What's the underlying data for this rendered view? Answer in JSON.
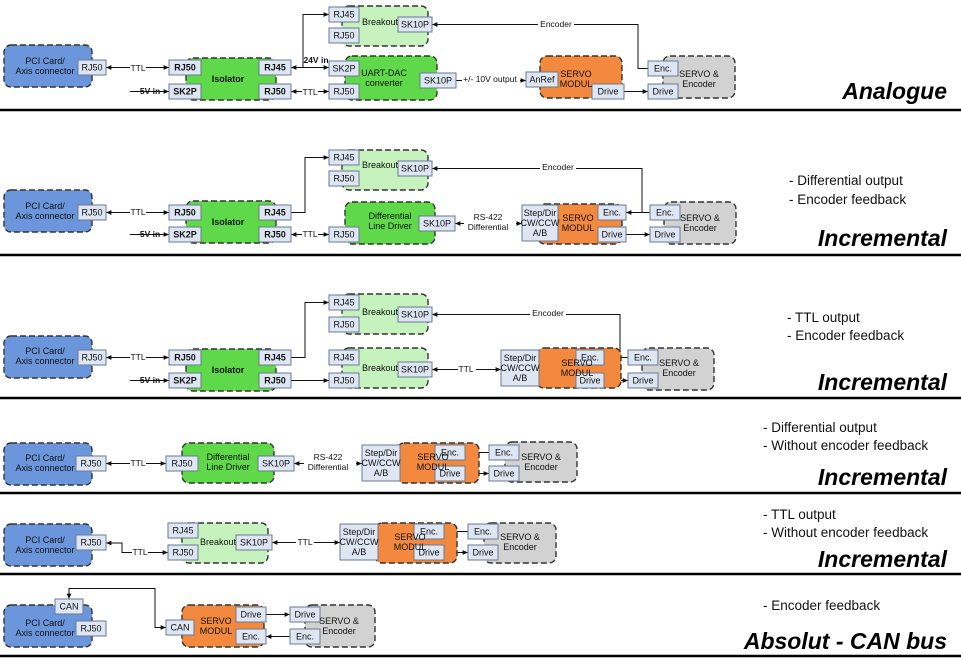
{
  "colors": {
    "pci": "#6c96dc",
    "isolator": "#5fd94a",
    "breakout": "#c6f2bd",
    "servo_modul": "#f2893e",
    "servo_encoder": "#d2d2d2",
    "port": "#dde6f2"
  },
  "sections": [
    {
      "title": "Analogue",
      "notes": [],
      "blocks": [
        {
          "id": "pci",
          "label": [
            "PCI Card/",
            "Axis connector"
          ],
          "style": "pci",
          "ports": [
            {
              "id": "rj50",
              "label": "RJ50"
            }
          ]
        },
        {
          "id": "iso",
          "label": [
            "Isolator"
          ],
          "style": "isolator",
          "ports": [
            {
              "id": "rj50a",
              "label": "RJ50"
            },
            {
              "id": "sk2p",
              "label": "SK2P"
            },
            {
              "id": "rj45",
              "label": "RJ45"
            },
            {
              "id": "rj50b",
              "label": "RJ50"
            }
          ]
        },
        {
          "id": "brk",
          "label": [
            "Breakout"
          ],
          "style": "breakout",
          "ports": [
            {
              "id": "rj45",
              "label": "RJ45"
            },
            {
              "id": "rj50",
              "label": "RJ50"
            },
            {
              "id": "sk10p",
              "label": "SK10P"
            }
          ]
        },
        {
          "id": "dac",
          "label": [
            "UART-DAC",
            "converter"
          ],
          "style": "isolator",
          "ports": [
            {
              "id": "sk2p",
              "label": "SK2P"
            },
            {
              "id": "rj50",
              "label": "RJ50"
            },
            {
              "id": "sk10p",
              "label": "SK10P"
            }
          ]
        },
        {
          "id": "sm",
          "label": [
            "SERVO",
            "MODUL"
          ],
          "style": "servo_modul",
          "ports": [
            {
              "id": "anref",
              "label": "AnRef"
            },
            {
              "id": "drive",
              "label": "Drive"
            }
          ]
        },
        {
          "id": "se",
          "label": [
            "SERVO &",
            "Encoder"
          ],
          "style": "servo_encoder",
          "ports": [
            {
              "id": "enc",
              "label": "Enc."
            },
            {
              "id": "drive",
              "label": "Drive"
            }
          ]
        }
      ],
      "connections": [
        {
          "label": "TTL"
        },
        {
          "label": "5V in"
        },
        {
          "label": "24V in"
        },
        {
          "label": "TTL"
        },
        {
          "label": "+/- 10V output"
        },
        {
          "label": "Encoder"
        }
      ]
    },
    {
      "title": "Incremental",
      "notes": [
        "- Differential output",
        "- Encoder feedback"
      ],
      "blocks": [
        {
          "id": "pci",
          "label": [
            "PCI Card/",
            "Axis connector"
          ],
          "style": "pci",
          "ports": [
            {
              "id": "rj50",
              "label": "RJ50"
            }
          ]
        },
        {
          "id": "iso",
          "label": [
            "Isolator"
          ],
          "style": "isolator",
          "ports": [
            {
              "id": "rj50a",
              "label": "RJ50"
            },
            {
              "id": "sk2p",
              "label": "SK2P"
            },
            {
              "id": "rj45",
              "label": "RJ45"
            },
            {
              "id": "rj50b",
              "label": "RJ50"
            }
          ]
        },
        {
          "id": "brk",
          "label": [
            "Breakout"
          ],
          "style": "breakout",
          "ports": [
            {
              "id": "rj45",
              "label": "RJ45"
            },
            {
              "id": "rj50",
              "label": "RJ50"
            },
            {
              "id": "sk10p",
              "label": "SK10P"
            }
          ]
        },
        {
          "id": "dld",
          "label": [
            "Differential",
            "Line Driver"
          ],
          "style": "isolator",
          "ports": [
            {
              "id": "rj50",
              "label": "RJ50"
            },
            {
              "id": "sk10p",
              "label": "SK10P"
            }
          ]
        },
        {
          "id": "sm",
          "label": [
            "SERVO",
            "MODUL"
          ],
          "style": "servo_modul",
          "ports": [
            {
              "id": "step",
              "label": "Step/Dir CW/CCW A/B"
            },
            {
              "id": "enc",
              "label": "Enc."
            },
            {
              "id": "drive",
              "label": "Drive"
            }
          ]
        },
        {
          "id": "se",
          "label": [
            "SERVO &",
            "Encoder"
          ],
          "style": "servo_encoder",
          "ports": [
            {
              "id": "enc",
              "label": "Enc."
            },
            {
              "id": "drive",
              "label": "Drive"
            }
          ]
        }
      ],
      "connections": [
        {
          "label": "TTL"
        },
        {
          "label": "5V in"
        },
        {
          "label": "TTL"
        },
        {
          "label": "RS-422 Differential"
        },
        {
          "label": "Encoder"
        }
      ]
    },
    {
      "title": "Incremental",
      "notes": [
        "- TTL output",
        "- Encoder feedback"
      ],
      "blocks": [
        {
          "id": "pci",
          "label": [
            "PCI Card/",
            "Axis connector"
          ],
          "style": "pci",
          "ports": [
            {
              "id": "rj50",
              "label": "RJ50"
            }
          ]
        },
        {
          "id": "iso",
          "label": [
            "Isolator"
          ],
          "style": "isolator",
          "ports": [
            {
              "id": "rj50a",
              "label": "RJ50"
            },
            {
              "id": "sk2p",
              "label": "SK2P"
            },
            {
              "id": "rj45",
              "label": "RJ45"
            },
            {
              "id": "rj50b",
              "label": "RJ50"
            }
          ]
        },
        {
          "id": "brk1",
          "label": [
            "Breakout"
          ],
          "style": "breakout",
          "ports": [
            {
              "id": "rj45",
              "label": "RJ45"
            },
            {
              "id": "rj50",
              "label": "RJ50"
            },
            {
              "id": "sk10p",
              "label": "SK10P"
            }
          ]
        },
        {
          "id": "brk2",
          "label": [
            "Breakout"
          ],
          "style": "breakout",
          "ports": [
            {
              "id": "rj45",
              "label": "RJ45"
            },
            {
              "id": "rj50",
              "label": "RJ50"
            },
            {
              "id": "sk10p",
              "label": "SK10P"
            }
          ]
        },
        {
          "id": "sm",
          "label": [
            "SERVO",
            "MODUL"
          ],
          "style": "servo_modul",
          "ports": [
            {
              "id": "step",
              "label": "Step/Dir CW/CCW A/B"
            },
            {
              "id": "enc",
              "label": "Enc."
            },
            {
              "id": "drive",
              "label": "Drive"
            }
          ]
        },
        {
          "id": "se",
          "label": [
            "SERVO &",
            "Encoder"
          ],
          "style": "servo_encoder",
          "ports": [
            {
              "id": "enc",
              "label": "Enc."
            },
            {
              "id": "drive",
              "label": "Drive"
            }
          ]
        }
      ],
      "connections": [
        {
          "label": "TTL"
        },
        {
          "label": "5V in"
        },
        {
          "label": "TTL"
        },
        {
          "label": "Encoder"
        }
      ]
    },
    {
      "title": "Incremental",
      "notes": [
        "- Differential output",
        "- Without encoder feedback"
      ],
      "blocks": [
        {
          "id": "pci",
          "label": [
            "PCI Card/",
            "Axis connector"
          ],
          "style": "pci",
          "ports": [
            {
              "id": "rj50",
              "label": "RJ50"
            }
          ]
        },
        {
          "id": "dld",
          "label": [
            "Differential",
            "Line Driver"
          ],
          "style": "isolator",
          "ports": [
            {
              "id": "rj50",
              "label": "RJ50"
            },
            {
              "id": "sk10p",
              "label": "SK10P"
            }
          ]
        },
        {
          "id": "sm",
          "label": [
            "SERVO",
            "MODUL"
          ],
          "style": "servo_modul",
          "ports": [
            {
              "id": "step",
              "label": "Step/Dir CW/CCW A/B"
            },
            {
              "id": "enc",
              "label": "Enc."
            },
            {
              "id": "drive",
              "label": "Drive"
            }
          ]
        },
        {
          "id": "se",
          "label": [
            "SERVO &",
            "Encoder"
          ],
          "style": "servo_encoder",
          "ports": [
            {
              "id": "enc",
              "label": "Enc."
            },
            {
              "id": "drive",
              "label": "Drive"
            }
          ]
        }
      ],
      "connections": [
        {
          "label": "TTL"
        },
        {
          "label": "RS-422 Differential"
        }
      ]
    },
    {
      "title": "Incremental",
      "notes": [
        "- TTL output",
        "- Without encoder feedback"
      ],
      "blocks": [
        {
          "id": "pci",
          "label": [
            "PCI Card/",
            "Axis connector"
          ],
          "style": "pci",
          "ports": [
            {
              "id": "rj50",
              "label": "RJ50"
            }
          ]
        },
        {
          "id": "brk",
          "label": [
            "Breakout"
          ],
          "style": "breakout",
          "ports": [
            {
              "id": "rj45",
              "label": "RJ45"
            },
            {
              "id": "rj50",
              "label": "RJ50"
            },
            {
              "id": "sk10p",
              "label": "SK10P"
            }
          ]
        },
        {
          "id": "sm",
          "label": [
            "SERVO",
            "MODUL"
          ],
          "style": "servo_modul",
          "ports": [
            {
              "id": "step",
              "label": "Step/Dir CW/CCW A/B"
            },
            {
              "id": "enc",
              "label": "Enc."
            },
            {
              "id": "drive",
              "label": "Drive"
            }
          ]
        },
        {
          "id": "se",
          "label": [
            "SERVO &",
            "Encoder"
          ],
          "style": "servo_encoder",
          "ports": [
            {
              "id": "enc",
              "label": "Enc."
            },
            {
              "id": "drive",
              "label": "Drive"
            }
          ]
        }
      ],
      "connections": [
        {
          "label": "TTL"
        },
        {
          "label": "TTL"
        }
      ]
    },
    {
      "title": "Absolut - CAN bus",
      "notes": [
        "- Encoder feedback"
      ],
      "blocks": [
        {
          "id": "pci",
          "label": [
            "PCI Card/",
            "Axis connector"
          ],
          "style": "pci",
          "ports": [
            {
              "id": "can",
              "label": "CAN"
            },
            {
              "id": "rj50",
              "label": "RJ50"
            }
          ]
        },
        {
          "id": "sm",
          "label": [
            "SERVO",
            "MODUL"
          ],
          "style": "servo_modul",
          "ports": [
            {
              "id": "can",
              "label": "CAN"
            },
            {
              "id": "drive",
              "label": "Drive"
            },
            {
              "id": "enc",
              "label": "Enc."
            }
          ]
        },
        {
          "id": "se",
          "label": [
            "SERVO &",
            "Encoder"
          ],
          "style": "servo_encoder",
          "ports": [
            {
              "id": "drive",
              "label": "Drive"
            },
            {
              "id": "enc",
              "label": "Enc."
            }
          ]
        }
      ],
      "connections": []
    }
  ]
}
